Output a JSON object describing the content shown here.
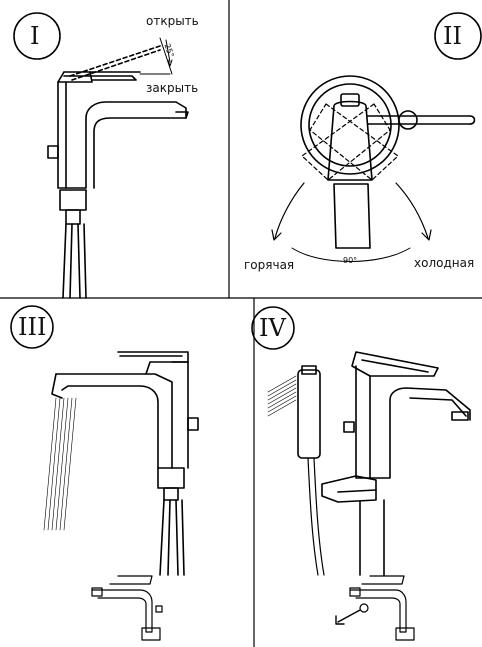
{
  "panels": [
    {
      "numeral": "I",
      "labels": {
        "open": "открыть",
        "close": "закрыть",
        "angle": "25°"
      }
    },
    {
      "numeral": "II",
      "labels": {
        "hot": "горячая",
        "cold": "холодная",
        "angle": "90°"
      }
    },
    {
      "numeral": "III"
    },
    {
      "numeral": "IV"
    }
  ]
}
